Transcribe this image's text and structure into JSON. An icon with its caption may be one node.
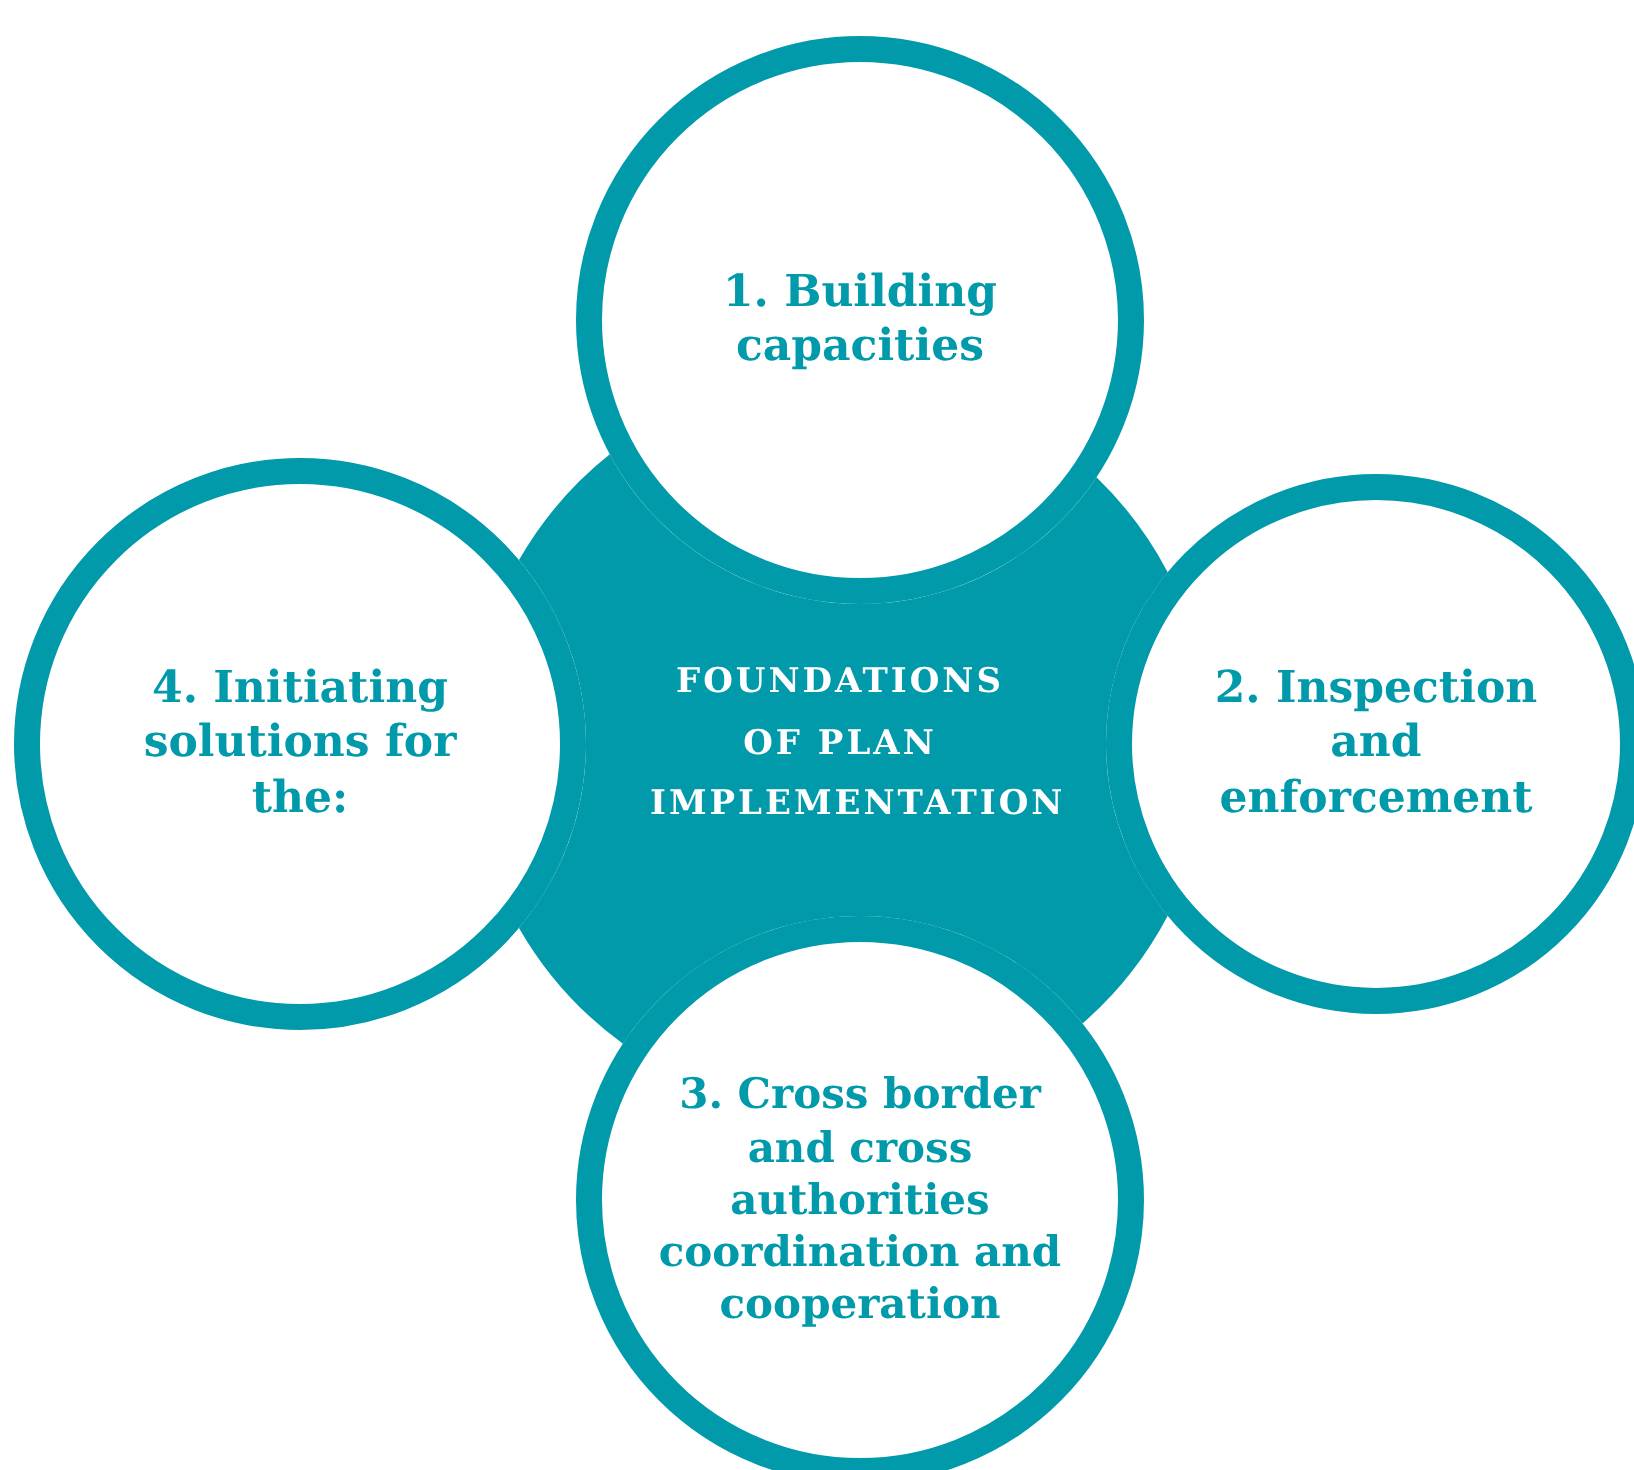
{
  "diagram": {
    "nodes": [
      {
        "text": [
          "1. Building capacities"
        ]
      },
      {
        "text": [
          "4. Initiating solutions for the:"
        ]
      },
      {
        "text": [
          "FOUNDATIONS OF PLAN IMPLEMENTATION"
        ]
      },
      {
        "text": [
          "2. Inspection and enforcement"
        ]
      },
      {
        "text": [
          "3. Cross border and cross authorities coordination and cooperation"
        ]
      }
    ]
  }
}
